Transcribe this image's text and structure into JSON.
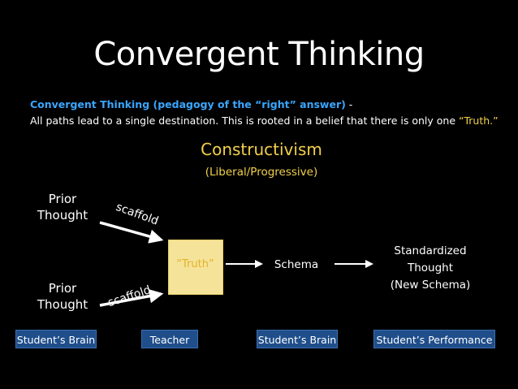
{
  "slide": {
    "title": "Convergent Thinking",
    "definition_lead": "Convergent  Thinking (pedagogy of the “right” answer)",
    "definition_dash": " -",
    "definition_body": "All paths lead to a single destination. This is rooted in a belief that there is only one ",
    "definition_truth": "“Truth.”",
    "subtitle": "Constructivism",
    "subtitle2": "(Liberal/Progressive)"
  },
  "diagram": {
    "prior_top_line1": "Prior",
    "prior_top_line2": "Thought",
    "prior_bottom_line1": "Prior",
    "prior_bottom_line2": "Thought",
    "scaffold_top": "scaffold",
    "scaffold_bottom": "scaffold",
    "truth": "“Truth”",
    "schema": "Schema",
    "standardized_line1": "Standardized",
    "standardized_line2": "Thought",
    "standardized_line3": "(New Schema)"
  },
  "labels": {
    "students_brain_1": "Student’s Brain",
    "teacher": "Teacher",
    "students_brain_2": "Student’s Brain",
    "performance": "Student’s Performance"
  },
  "colors": {
    "background": "#000000",
    "accent_blue": "#3aa6ff",
    "accent_yellow": "#f2d04a",
    "truth_box": "#f6e39a",
    "label_box": "#1f4e8a"
  }
}
